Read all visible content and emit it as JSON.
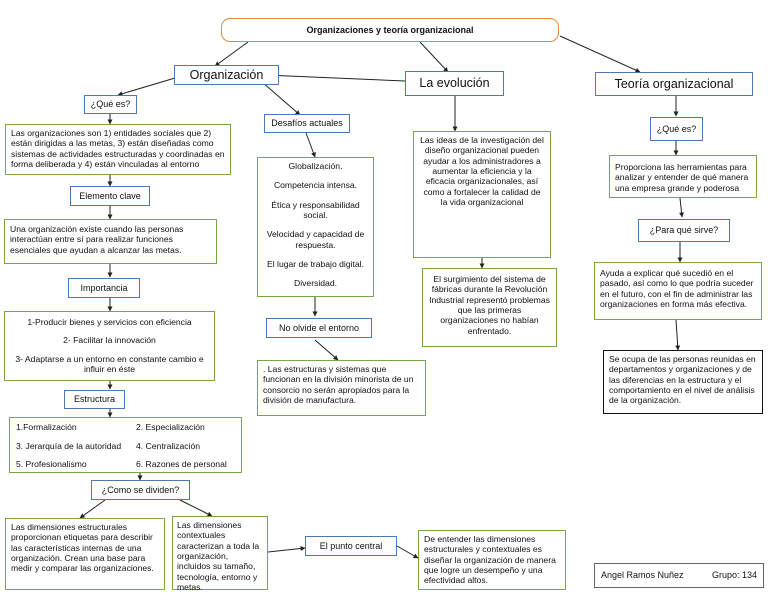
{
  "title": "Organizaciones y teoría organizacional",
  "organizacion": {
    "heading": "Organización",
    "que_es_label": "¿Qué es?",
    "definition": "Las organizaciones son 1) entidades sociales que 2) están dirigidas a las metas, 3) están diseñadas como sistemas de actividades estructuradas y coordinadas en forma deliberada y 4) están vinculadas al entorno",
    "elemento_clave_label": "Elemento clave",
    "elemento_clave_text": "Una organización existe cuando las personas interactúan entre sí para realizar funciones esenciales que ayudan a alcanzar las metas.",
    "importancia_label": "Importancia",
    "importancia_items": [
      "1-Producir bienes y servicios con eficiencia",
      "2- Facilitar la innovación",
      "3- Adaptarse a un entorno en constante cambio e influir en éste"
    ],
    "estructura_label": "Estructura",
    "estructura_items": [
      "1.Formalización",
      "2. Especialización",
      "3. Jerarquía de la autoridad",
      "4. Centralización",
      "5. Profesionalismo",
      "6. Razones de personal"
    ],
    "como_dividen_label": "¿Como se dividen?",
    "dim_estructurales": "Las dimensiones estructurales proporcionan etiquetas para describir las características internas de una organización. Crean una base para medir y comparar las organizaciones.",
    "dim_contextuales": "Las dimensiones contextuales caracterizan a toda la organización, incluidos su tamaño, tecnología, entorno y metas.",
    "punto_central_label": "El punto central",
    "punto_central_text": "De entender las dimensiones estructurales y contextuales es diseñar la organización de manera que logre un desempeño y una efectividad altos."
  },
  "desafios": {
    "label": "Desafíos actuales",
    "items": [
      "Globalización.",
      "Competencia intensa.",
      "Ética y responsabilidad social.",
      "Velocidad y capacidad de respuesta.",
      "El lugar de trabajo digital.",
      "Diversidad."
    ],
    "entorno_label": "No olvide el entorno",
    "entorno_text": ". Las estructuras y sistemas que funcionan en la división minorista de un consorcio no serán apropiados para la división de manufactura."
  },
  "evolucion": {
    "heading": "La evolución",
    "text1": "Las ideas de la investigación del diseño organizacional pueden ayudar a los administradores a aumentar la eficiencia y la eficacia organizacionales, así como a fortalecer la calidad de la vida organizacional",
    "text2": "El surgimiento del sistema de fábricas durante la Revolución Industrial representó problemas que las primeras organizaciones no habían enfrentado."
  },
  "teoria": {
    "heading": "Teoría organizacional",
    "que_es_label": "¿Qué es?",
    "que_es_text": "Proporciona las herramientas para analizar y entender de qué manera una empresa grande y poderosa",
    "para_que_label": "¿Para qué sirve?",
    "para_que_text": "Ayuda a explicar qué sucedió en el pasado, así como lo que podría suceder en el futuro, con el fin de administrar las organizaciones en forma más efectiva.",
    "final_text": "Se ocupa de las personas reunidas en departamentos y organizaciones y de las diferencias en la estructura y el comportamiento en el nivel de análisis de la organización."
  },
  "author": {
    "name": "Angel Ramos Nuñez",
    "group": "Grupo: 134"
  }
}
